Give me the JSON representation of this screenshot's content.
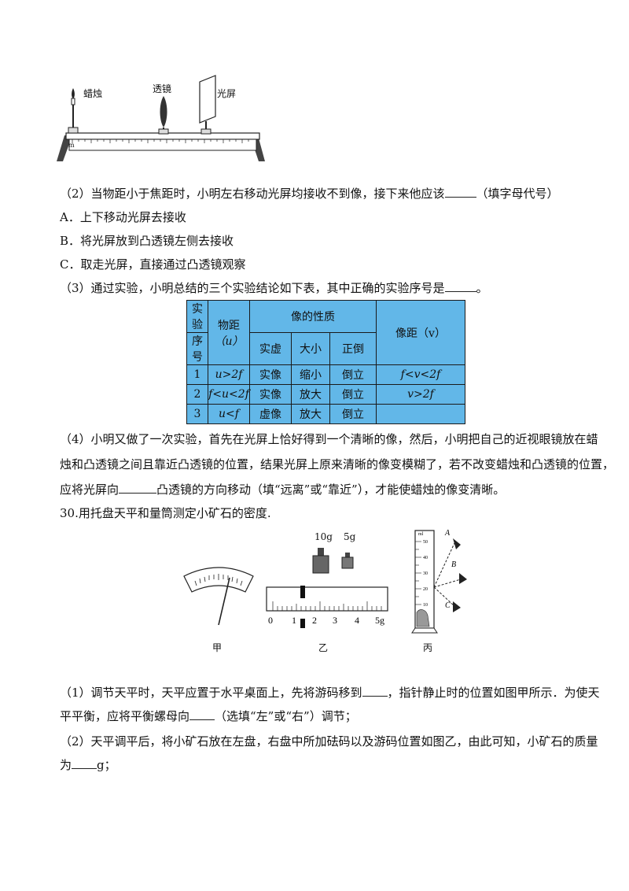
{
  "bench": {
    "candle": "蜡烛",
    "lens": "透镜",
    "screen": "光屏",
    "scale_mark": "m"
  },
  "q2": {
    "prompt": "（2）当物距小于焦距时，小明左右移动光屏均接收不到像，接下来他应该",
    "suffix": "（填字母代号）",
    "options": [
      "A．上下移动光屏去接收",
      "B．将光屏放到凸透镜左侧去接收",
      "C．取走光屏，直接通过凸透镜观察"
    ]
  },
  "q3": {
    "prompt": "（3）通过实验，小明总结的三个实验结论如下表，其中正确的实验序号是",
    "suffix": "。"
  },
  "table": {
    "h_exp_top": "实验",
    "h_exp_bottom": "序号",
    "h_u_label": "物距",
    "h_u_sym": "（u）",
    "h_props": "像的性质",
    "h_real": "实虚",
    "h_size": "大小",
    "h_orient": "正倒",
    "h_v": "像距（v）",
    "rows": [
      {
        "no": "1",
        "u": "u>2f",
        "real": "实像",
        "size": "缩小",
        "orient": "倒立",
        "v": "f<v<2f"
      },
      {
        "no": "2",
        "u": "f<u<2f",
        "real": "实像",
        "size": "放大",
        "orient": "倒立",
        "v": "v>2f"
      },
      {
        "no": "3",
        "u": "u<f",
        "real": "虚像",
        "size": "放大",
        "orient": "倒立",
        "v": ""
      }
    ]
  },
  "q4": {
    "line1": "（4）小明又做了一次实验，首先在光屏上恰好得到一个清晰的像，然后，小明把自己的近视眼镜放在蜡",
    "line2": "烛和凸透镜之间且靠近凸透镜的位置，结果光屏上原来清晰的像变模糊了，若不改变蜡烛和凸透镜的位置，",
    "line3_pre": "应将光屏向",
    "line3_post": "凸透镜的方向移动（填“远离”或“靠近”），才能使蜡烛的像变清晰。"
  },
  "q30": {
    "title": "30.用托盘天平和量筒测定小矿石的密度."
  },
  "figs": {
    "jia": "甲",
    "yi": "乙",
    "bing": "丙",
    "w10": "10g",
    "w5": "5g",
    "rider_ticks": [
      "0",
      "1",
      "2",
      "3",
      "4",
      "5g"
    ],
    "cyl_letters": [
      "A",
      "B",
      "C"
    ],
    "cyl_marks": [
      "ml",
      "50",
      "40",
      "30",
      "20",
      "10"
    ]
  },
  "p1": {
    "l1_pre": "（1）调节天平时，天平应置于水平桌面上，先将游码移到",
    "l1_post": "，指针静止时的位置如图甲所示．为使天",
    "l2_pre": "平平衡，应将平衡螺母向",
    "l2_post": "（选填“左”或“右”）调节；"
  },
  "p2": {
    "l1": "（2）天平调平后，将小矿石放在左盘，右盘中所加砝码以及游码位置如图乙，由此可知，小矿石的质量",
    "l2_pre": "为",
    "l2_post": "g；"
  }
}
